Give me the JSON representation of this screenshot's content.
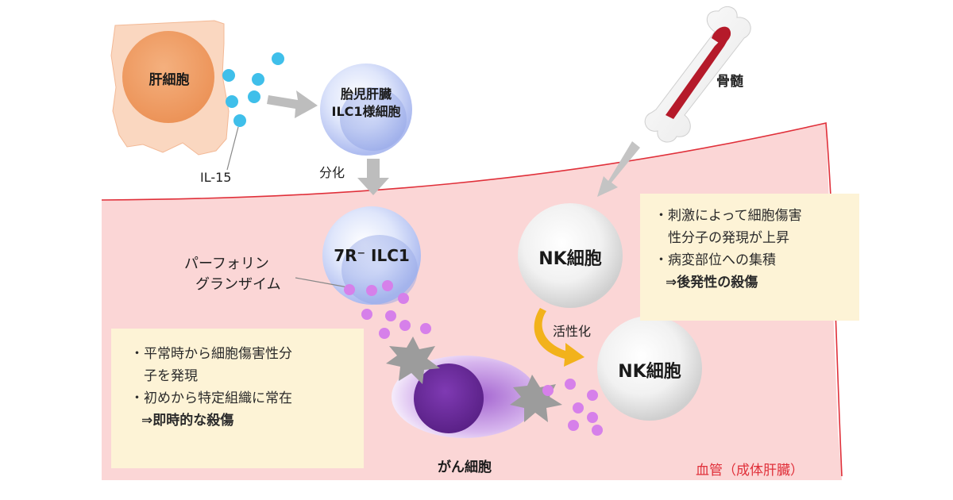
{
  "labels": {
    "hepatocyte": "肝細胞",
    "il15": "IL-15",
    "fetal_ilc1_line1": "胎児肝臓",
    "fetal_ilc1_line2": "ILC1様細胞",
    "differentiation": "分化",
    "bone_marrow": "骨髄",
    "ilc1_adult": "7R⁻ ILC1",
    "perforin_line1": "パーフォリン",
    "perforin_line2": "グランザイム",
    "nk_cell_top": "NK細胞",
    "activation": "活性化",
    "nk_cell_bottom": "NK細胞",
    "cancer_cell": "がん細胞",
    "vessel": "血管（成体肝臓）"
  },
  "notes": {
    "ilc1": {
      "lines": [
        "・平常時から細胞傷害性分",
        "　子を発現",
        "・初めから特定組織に常在"
      ],
      "conclusion": "⇒即時的な殺傷"
    },
    "nk": {
      "lines": [
        "・刺激によって細胞傷害",
        "　性分子の発現が上昇",
        "・病変部位への集積"
      ],
      "conclusion": "⇒後発性の殺傷"
    }
  },
  "colors": {
    "vessel_fill": "#fbd6d6",
    "vessel_border": "#e0303a",
    "hepatocyte_fill": "#fad7c0",
    "hepatocyte_nucleus": "#ef9a62",
    "il15_dot": "#3fbfea",
    "granule_dot": "#d680ea",
    "ilc1_cell": "#aebcf0",
    "nk_cell": "#d9d9d9",
    "cancer_cell": "#6a2a9a",
    "note_bg": "#fdf3d6",
    "arrow_gray": "#bdbdbd",
    "activation_arrow": "#f2b21b",
    "bone_marrow_red": "#b51a2a"
  }
}
